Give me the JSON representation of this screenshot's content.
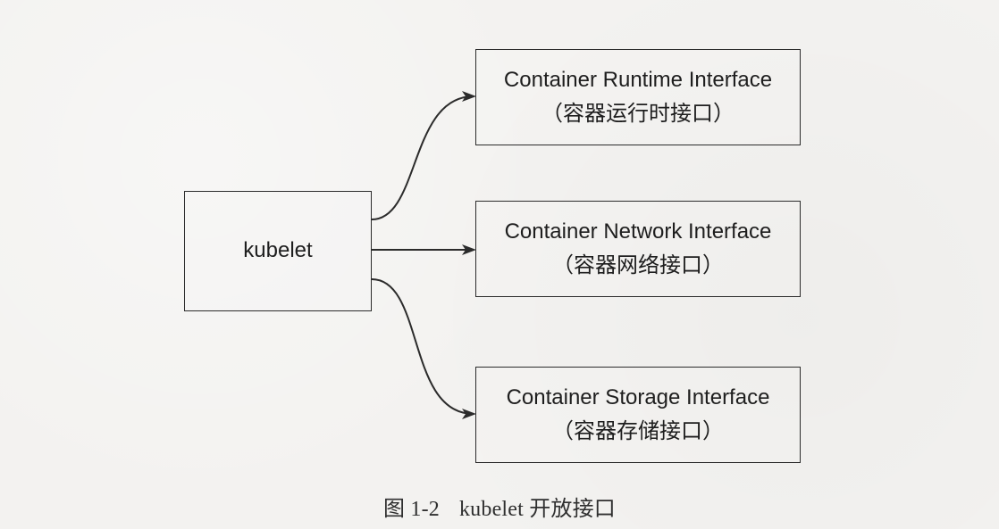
{
  "diagram": {
    "source": "kubelet",
    "targets": [
      {
        "title": "Container Runtime Interface",
        "subtitle": "（容器运行时接口）"
      },
      {
        "title": "Container Network Interface",
        "subtitle": "（容器网络接口）"
      },
      {
        "title": "Container Storage Interface",
        "subtitle": "（容器存储接口）"
      }
    ],
    "caption": {
      "number": "图 1-2",
      "text": "kubelet 开放接口"
    }
  },
  "colors": {
    "ink": "#2b2b2b",
    "paper": "#f3f2f0"
  }
}
